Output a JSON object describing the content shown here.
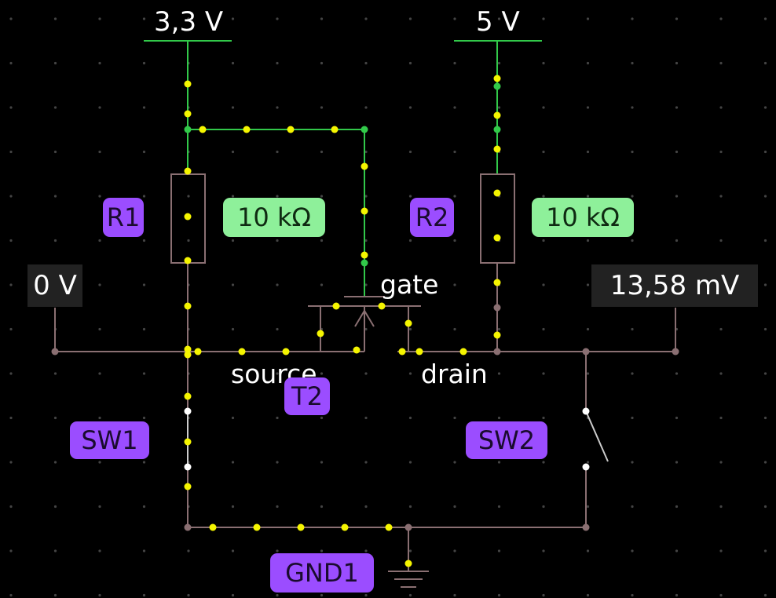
{
  "sources": {
    "v33_label": "3,3 V",
    "v5_label": "5 V"
  },
  "meters": {
    "left_value": "0 V",
    "right_value": "13,58 mV"
  },
  "components": {
    "r1_name": "R1",
    "r1_value": "10 kΩ",
    "r2_name": "R2",
    "r2_value": "10 kΩ",
    "t2_name": "T2",
    "t2_gate": "gate",
    "t2_source": "source",
    "t2_drain": "drain",
    "sw1_name": "SW1",
    "sw2_name": "SW2",
    "gnd_name": "GND1"
  },
  "colors": {
    "background": "#000000",
    "wire_active": "#32c94a",
    "wire_idle": "#8a6f72",
    "current_dot": "#f5f500",
    "component_label": "#9b4dff",
    "value_label": "#8ef09a"
  }
}
